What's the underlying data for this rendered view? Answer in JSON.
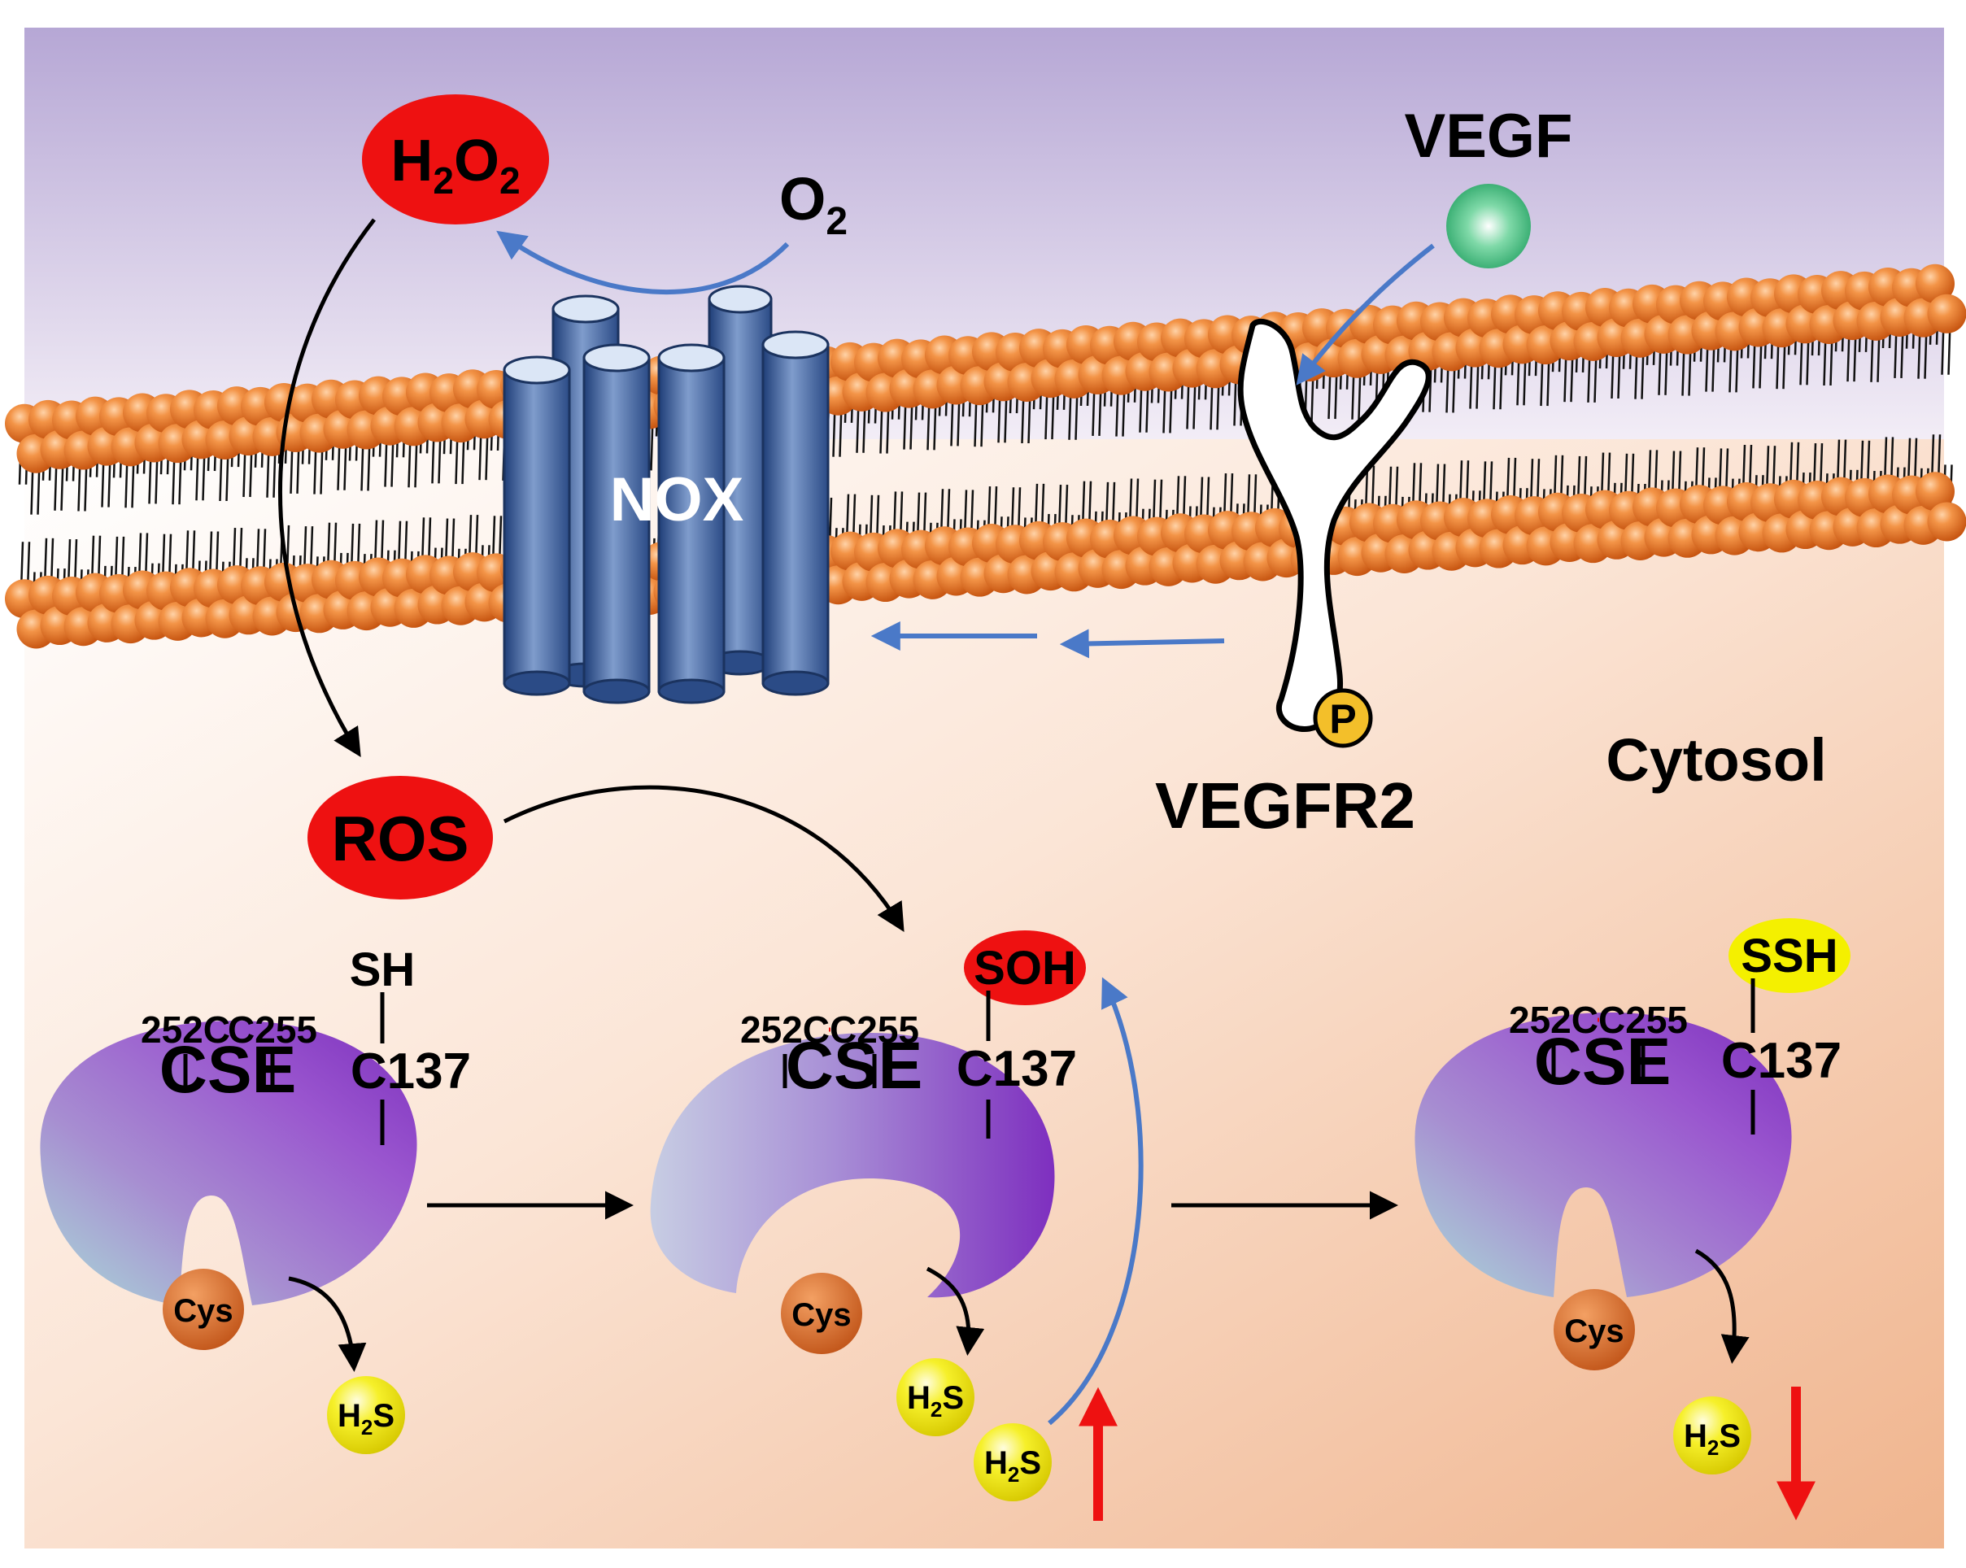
{
  "colors": {
    "extracellular_top": "#b7a9d6",
    "extracellular_bottom": "#f3eef6",
    "cytosol_left": "#ffffff",
    "cytosol_right": "#f2b993",
    "lipid_head": "#e8782a",
    "nox_blue": "#4f6ea6",
    "cse_purple": "#8a3fc7",
    "cse_light": "#a6d7d8",
    "ros_red": "#ee1111",
    "h2s_yellow": "#f4f000",
    "vegf_green": "#3cba7c",
    "phospho_gold": "#f3bf2a",
    "flow_blue": "#4a79c8",
    "increase_red": "#ee1111"
  },
  "labels": {
    "h2o2": {
      "main": "H",
      "sub1": "2",
      "mid": "O",
      "sub2": "2"
    },
    "o2": {
      "main": "O",
      "sub": "2"
    },
    "vegf": "VEGF",
    "nox": "NOX",
    "vegfr2": "VEGFR2",
    "phospho": "P",
    "cytosol": "Cytosol",
    "ros": "ROS"
  },
  "cse_states": [
    {
      "enzyme": "CSE",
      "residue_left": "252C",
      "residue_mid": "C255",
      "residue_right": "C137",
      "modification": "SH",
      "substrate": "Cys",
      "product": {
        "main": "H",
        "sub": "2",
        "tail": "S"
      }
    },
    {
      "enzyme": "CSE",
      "residue_left": "252C",
      "residue_mid": "C255",
      "residue_right": "C137",
      "modification": "SOH",
      "substrate": "Cys",
      "product": {
        "main": "H",
        "sub": "2",
        "tail": "S"
      },
      "product_extra": {
        "main": "H",
        "sub": "2",
        "tail": "S"
      }
    },
    {
      "enzyme": "CSE",
      "residue_left": "252C",
      "residue_mid": "C255",
      "residue_right": "C137",
      "modification": "SSH",
      "substrate": "Cys",
      "product": {
        "main": "H",
        "sub": "2",
        "tail": "S"
      }
    }
  ]
}
